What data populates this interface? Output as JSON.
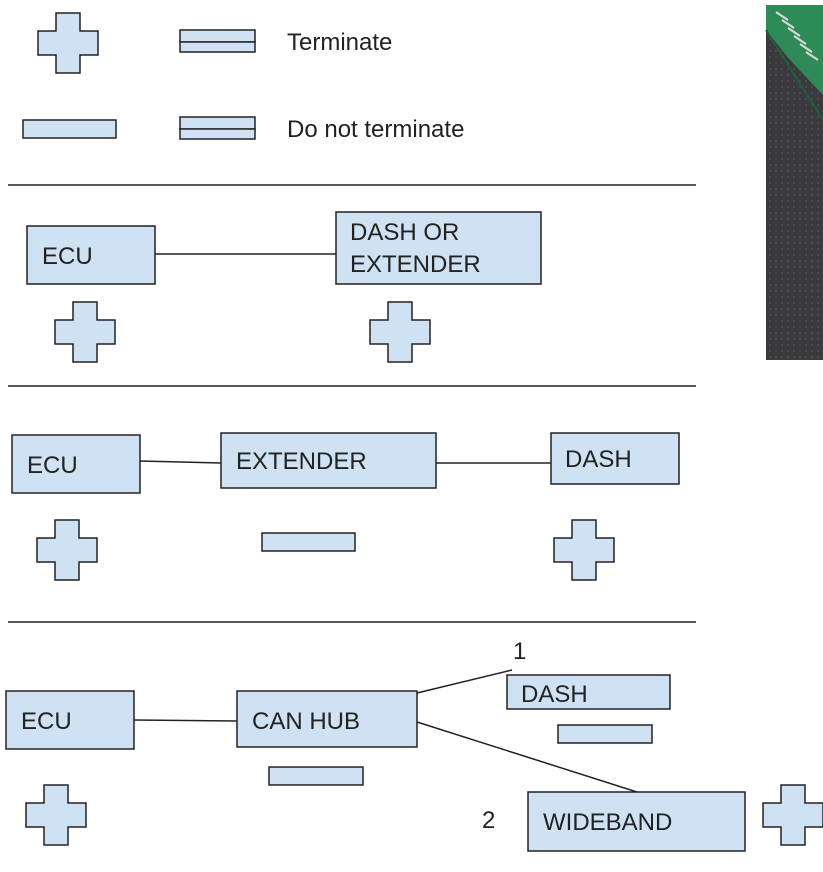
{
  "legend": {
    "terminate_label": "Terminate",
    "do_not_terminate_label": "Do not terminate"
  },
  "scenario1": {
    "ecu_label": "ECU",
    "dash_or_extender_line1": "DASH OR",
    "dash_or_extender_line2": "EXTENDER"
  },
  "scenario2": {
    "ecu_label": "ECU",
    "extender_label": "EXTENDER",
    "dash_label": "DASH"
  },
  "scenario3": {
    "ecu_label": "ECU",
    "can_hub_label": "CAN HUB",
    "dash_label": "DASH",
    "wideband_label": "WIDEBAND",
    "port1_label": "1",
    "port2_label": "2"
  },
  "photo": {
    "description_icon": "circuit-board-photo"
  },
  "colors": {
    "box_fill": "#cfe2f3",
    "stroke": "#222222",
    "pcb_green": "#2e8b57",
    "photo_dark": "#3a3a3e"
  }
}
